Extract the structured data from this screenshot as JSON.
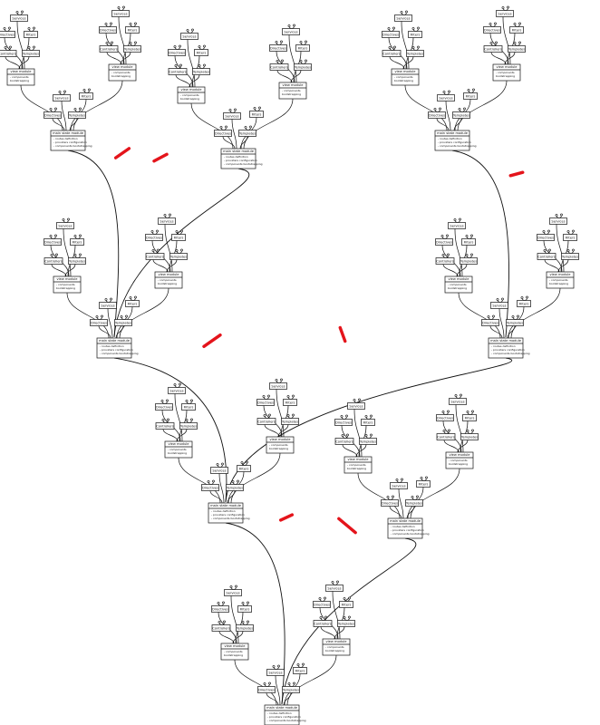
{
  "labels": {
    "services": "Services",
    "directives": "Directives",
    "filters": "Filters",
    "controllers": "Controllers",
    "templates": "Templates",
    "view_module": "view module",
    "main_module": "main state module"
  },
  "view_notes": [
    "- components",
    "bootstrapping"
  ],
  "main_notes": [
    "- routes definition",
    "- providers configuration",
    "- components bootstrapping"
  ],
  "colors": {
    "line": "#111111",
    "cut_mark": "#e4141b",
    "box_fill": "#ffffff"
  }
}
